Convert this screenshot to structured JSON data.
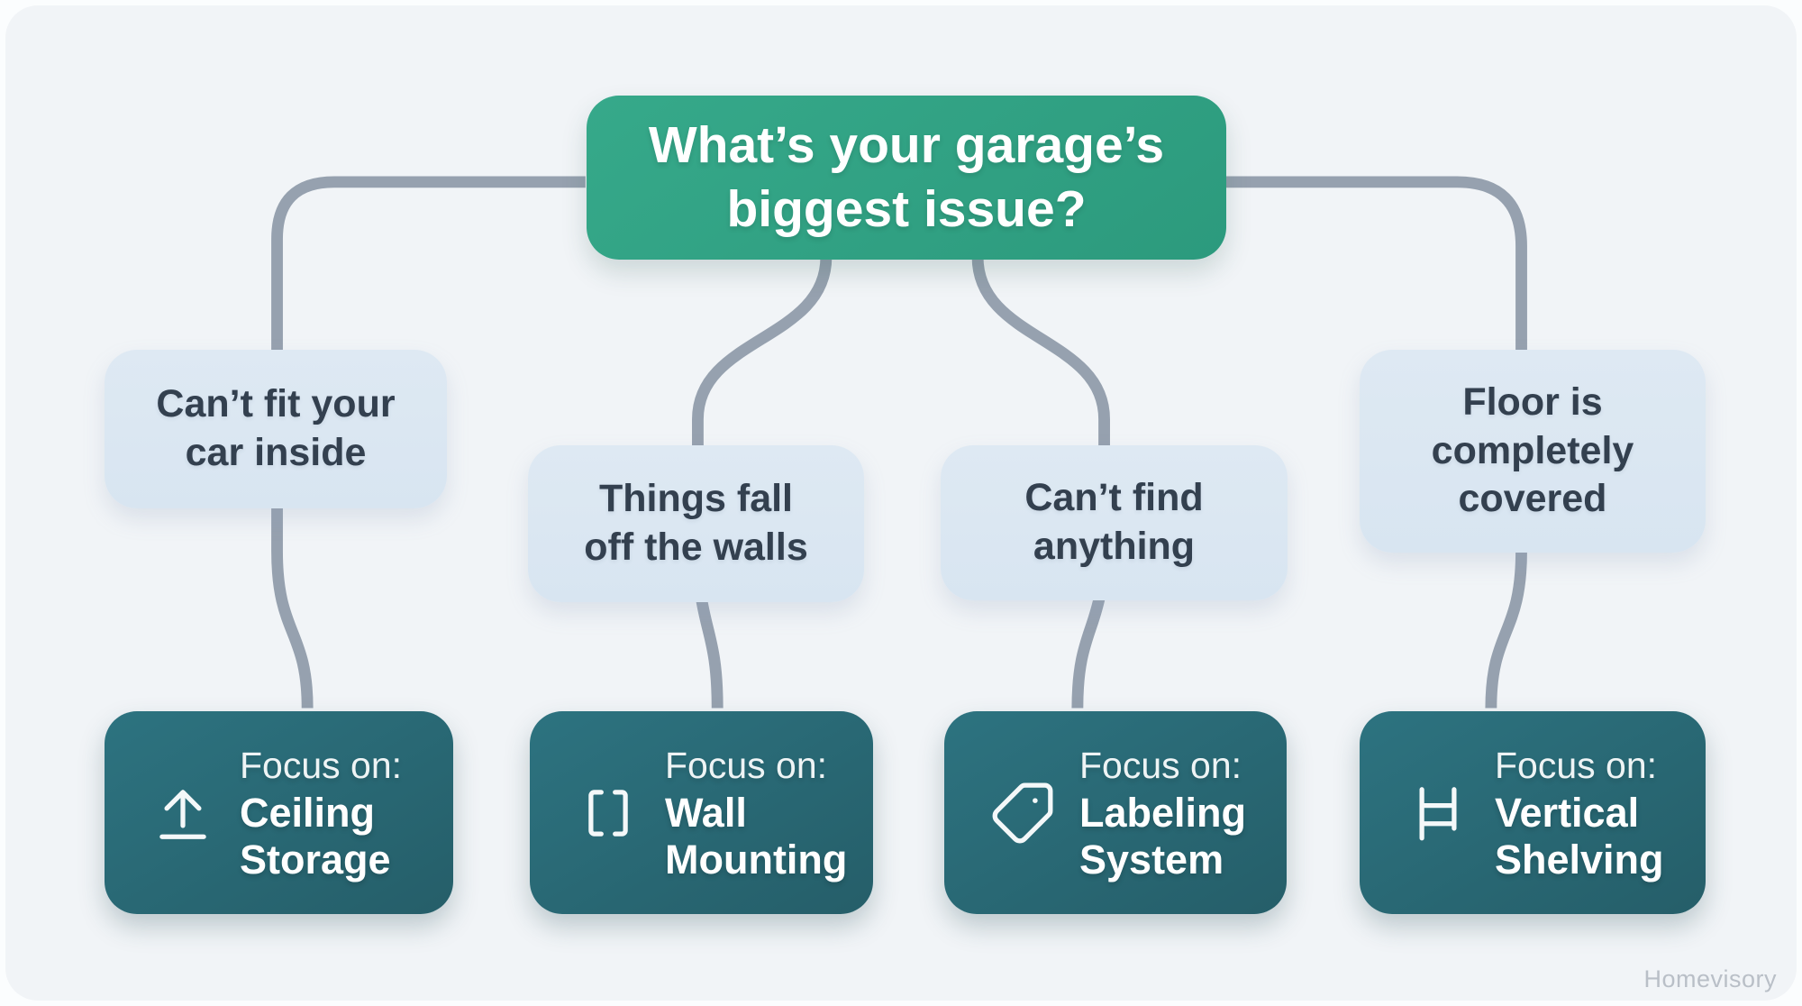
{
  "diagram": {
    "type": "flowchart",
    "root": {
      "lines": [
        "What’s your garage’s",
        "biggest issue?"
      ]
    },
    "branches": [
      {
        "issue_lines": [
          "Can’t fit your",
          "car inside"
        ],
        "focus_label": "Focus on:",
        "focus_name_lines": [
          "Ceiling",
          "Storage"
        ],
        "icon": "upload-arrow-icon"
      },
      {
        "issue_lines": [
          "Things fall",
          "off the walls"
        ],
        "focus_label": "Focus on:",
        "focus_name_lines": [
          "Wall",
          "Mounting"
        ],
        "icon": "brackets-icon"
      },
      {
        "issue_lines": [
          "Can’t find",
          "anything"
        ],
        "focus_label": "Focus on:",
        "focus_name_lines": [
          "Labeling",
          "System"
        ],
        "icon": "tag-icon"
      },
      {
        "issue_lines": [
          "Floor is",
          "completely",
          "covered"
        ],
        "focus_label": "Focus on:",
        "focus_name_lines": [
          "Vertical",
          "Shelving"
        ],
        "icon": "ladder-shelf-icon"
      }
    ],
    "colors": {
      "root_green": "#31a183",
      "issue_light_blue": "#dbe7f2",
      "focus_teal": "#2a6a74",
      "connector_gray": "#96a1af",
      "issue_text": "#33404f",
      "background": "#f1f4f7"
    },
    "watermark": "Homevisory"
  }
}
